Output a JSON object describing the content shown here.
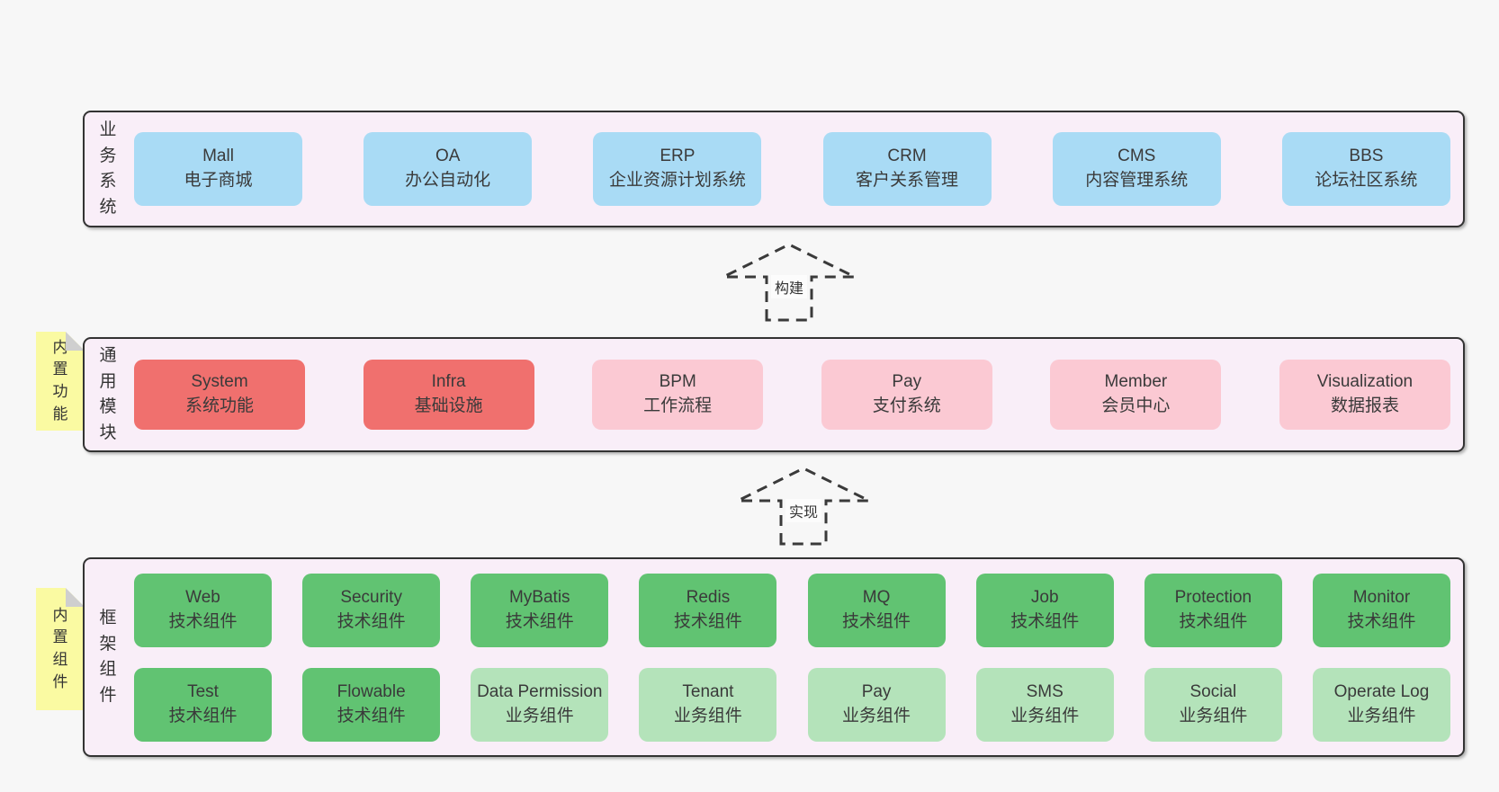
{
  "colors": {
    "page_background": "#f7f7f7",
    "layer_background": "#f9eef8",
    "layer_border": "#333333",
    "business_box": "#a9dbf5",
    "core_module_box": "#f0706e",
    "optional_module_box": "#fbc9d3",
    "tech_component_box": "#61c372",
    "biz_component_box": "#b4e3ba",
    "sticky_note": "#fafaa2",
    "text": "#3a3a3a"
  },
  "layers": [
    {
      "label": "业务系统",
      "note": null,
      "rows": [
        [
          {
            "name": "Mall",
            "desc": "电子商城",
            "type": "blue"
          },
          {
            "name": "OA",
            "desc": "办公自动化",
            "type": "blue"
          },
          {
            "name": "ERP",
            "desc": "企业资源计划系统",
            "type": "blue"
          },
          {
            "name": "CRM",
            "desc": "客户关系管理",
            "type": "blue"
          },
          {
            "name": "CMS",
            "desc": "内容管理系统",
            "type": "blue"
          },
          {
            "name": "BBS",
            "desc": "论坛社区系统",
            "type": "blue"
          }
        ]
      ]
    },
    {
      "label": "通用模块",
      "note": "内置功能",
      "rows": [
        [
          {
            "name": "System",
            "desc": "系统功能",
            "type": "red"
          },
          {
            "name": "Infra",
            "desc": "基础设施",
            "type": "red"
          },
          {
            "name": "BPM",
            "desc": "工作流程",
            "type": "pink"
          },
          {
            "name": "Pay",
            "desc": "支付系统",
            "type": "pink"
          },
          {
            "name": "Member",
            "desc": "会员中心",
            "type": "pink"
          },
          {
            "name": "Visualization",
            "desc": "数据报表",
            "type": "pink"
          }
        ]
      ]
    },
    {
      "label": "框架组件",
      "note": "内置组件",
      "rows": [
        [
          {
            "name": "Web",
            "desc": "技术组件",
            "type": "green"
          },
          {
            "name": "Security",
            "desc": "技术组件",
            "type": "green"
          },
          {
            "name": "MyBatis",
            "desc": "技术组件",
            "type": "green"
          },
          {
            "name": "Redis",
            "desc": "技术组件",
            "type": "green"
          },
          {
            "name": "MQ",
            "desc": "技术组件",
            "type": "green"
          },
          {
            "name": "Job",
            "desc": "技术组件",
            "type": "green"
          },
          {
            "name": "Protection",
            "desc": "技术组件",
            "type": "green"
          },
          {
            "name": "Monitor",
            "desc": "技术组件",
            "type": "green"
          }
        ],
        [
          {
            "name": "Test",
            "desc": "技术组件",
            "type": "green"
          },
          {
            "name": "Flowable",
            "desc": "技术组件",
            "type": "green"
          },
          {
            "name": "Data Permission",
            "desc": "业务组件",
            "type": "green-light"
          },
          {
            "name": "Tenant",
            "desc": "业务组件",
            "type": "green-light"
          },
          {
            "name": "Pay",
            "desc": "业务组件",
            "type": "green-light"
          },
          {
            "name": "SMS",
            "desc": "业务组件",
            "type": "green-light"
          },
          {
            "name": "Social",
            "desc": "业务组件",
            "type": "green-light"
          },
          {
            "name": "Operate Log",
            "desc": "业务组件",
            "type": "green-light"
          }
        ]
      ]
    }
  ],
  "arrows": [
    {
      "label": "构建"
    },
    {
      "label": "实现"
    }
  ]
}
